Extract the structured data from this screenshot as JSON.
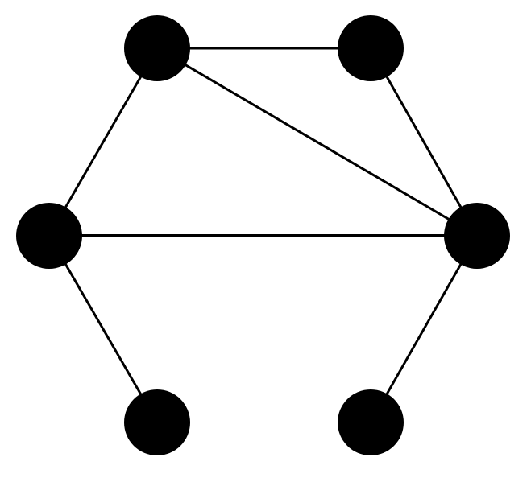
{
  "graph": {
    "node_color": "#000000",
    "edge_color": "#000000",
    "background": "#ffffff",
    "nodes": [
      {
        "id": "top-left"
      },
      {
        "id": "top-right"
      },
      {
        "id": "middle-left"
      },
      {
        "id": "middle-right"
      },
      {
        "id": "bottom-left"
      },
      {
        "id": "bottom-right"
      }
    ],
    "edges": [
      {
        "from": "top-left",
        "to": "top-right"
      },
      {
        "from": "top-left",
        "to": "middle-left"
      },
      {
        "from": "top-left",
        "to": "middle-right"
      },
      {
        "from": "top-right",
        "to": "middle-right"
      },
      {
        "from": "middle-left",
        "to": "middle-right"
      },
      {
        "from": "middle-left",
        "to": "bottom-left"
      },
      {
        "from": "middle-right",
        "to": "bottom-right"
      }
    ]
  }
}
